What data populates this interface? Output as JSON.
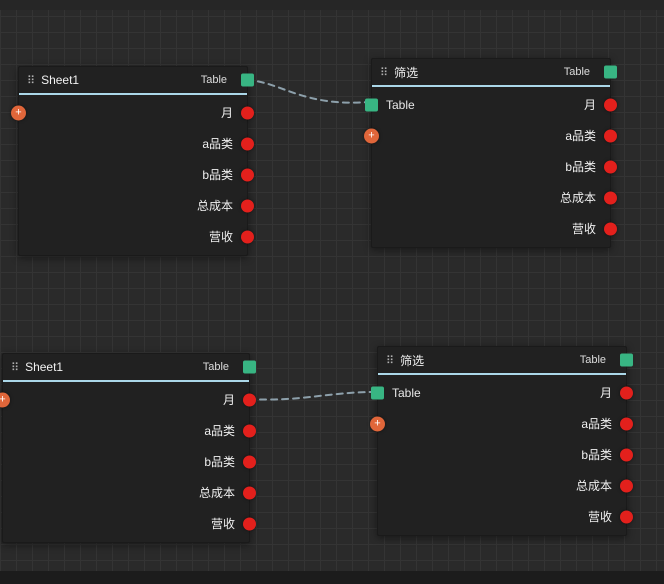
{
  "icons": {
    "drag_handle": "⠿",
    "add": "+"
  },
  "colors": {
    "canvas_bg": "#2a2a2a",
    "grid": "#343434",
    "node_bg": "#212121",
    "header_underline": "#abd7e8",
    "table_port": "#38b583",
    "field_port": "#e3201c",
    "add_button": "#e0663a",
    "wire": "#8da0ab"
  },
  "nodes": [
    {
      "title": "Sheet1",
      "type_label": "Table",
      "fields": [
        "月",
        "a品类",
        "b品类",
        "总成本",
        "营收"
      ]
    },
    {
      "title": "筛选",
      "type_label": "Table",
      "input_label": "Table",
      "fields": [
        "月",
        "a品类",
        "b品类",
        "总成本",
        "营收"
      ]
    },
    {
      "title": "Sheet1",
      "type_label": "Table",
      "fields": [
        "月",
        "a品类",
        "b品类",
        "总成本",
        "营收"
      ]
    },
    {
      "title": "筛选",
      "type_label": "Table",
      "input_label": "Table",
      "fields": [
        "月",
        "a品类",
        "b品类",
        "总成本",
        "营收"
      ]
    }
  ]
}
